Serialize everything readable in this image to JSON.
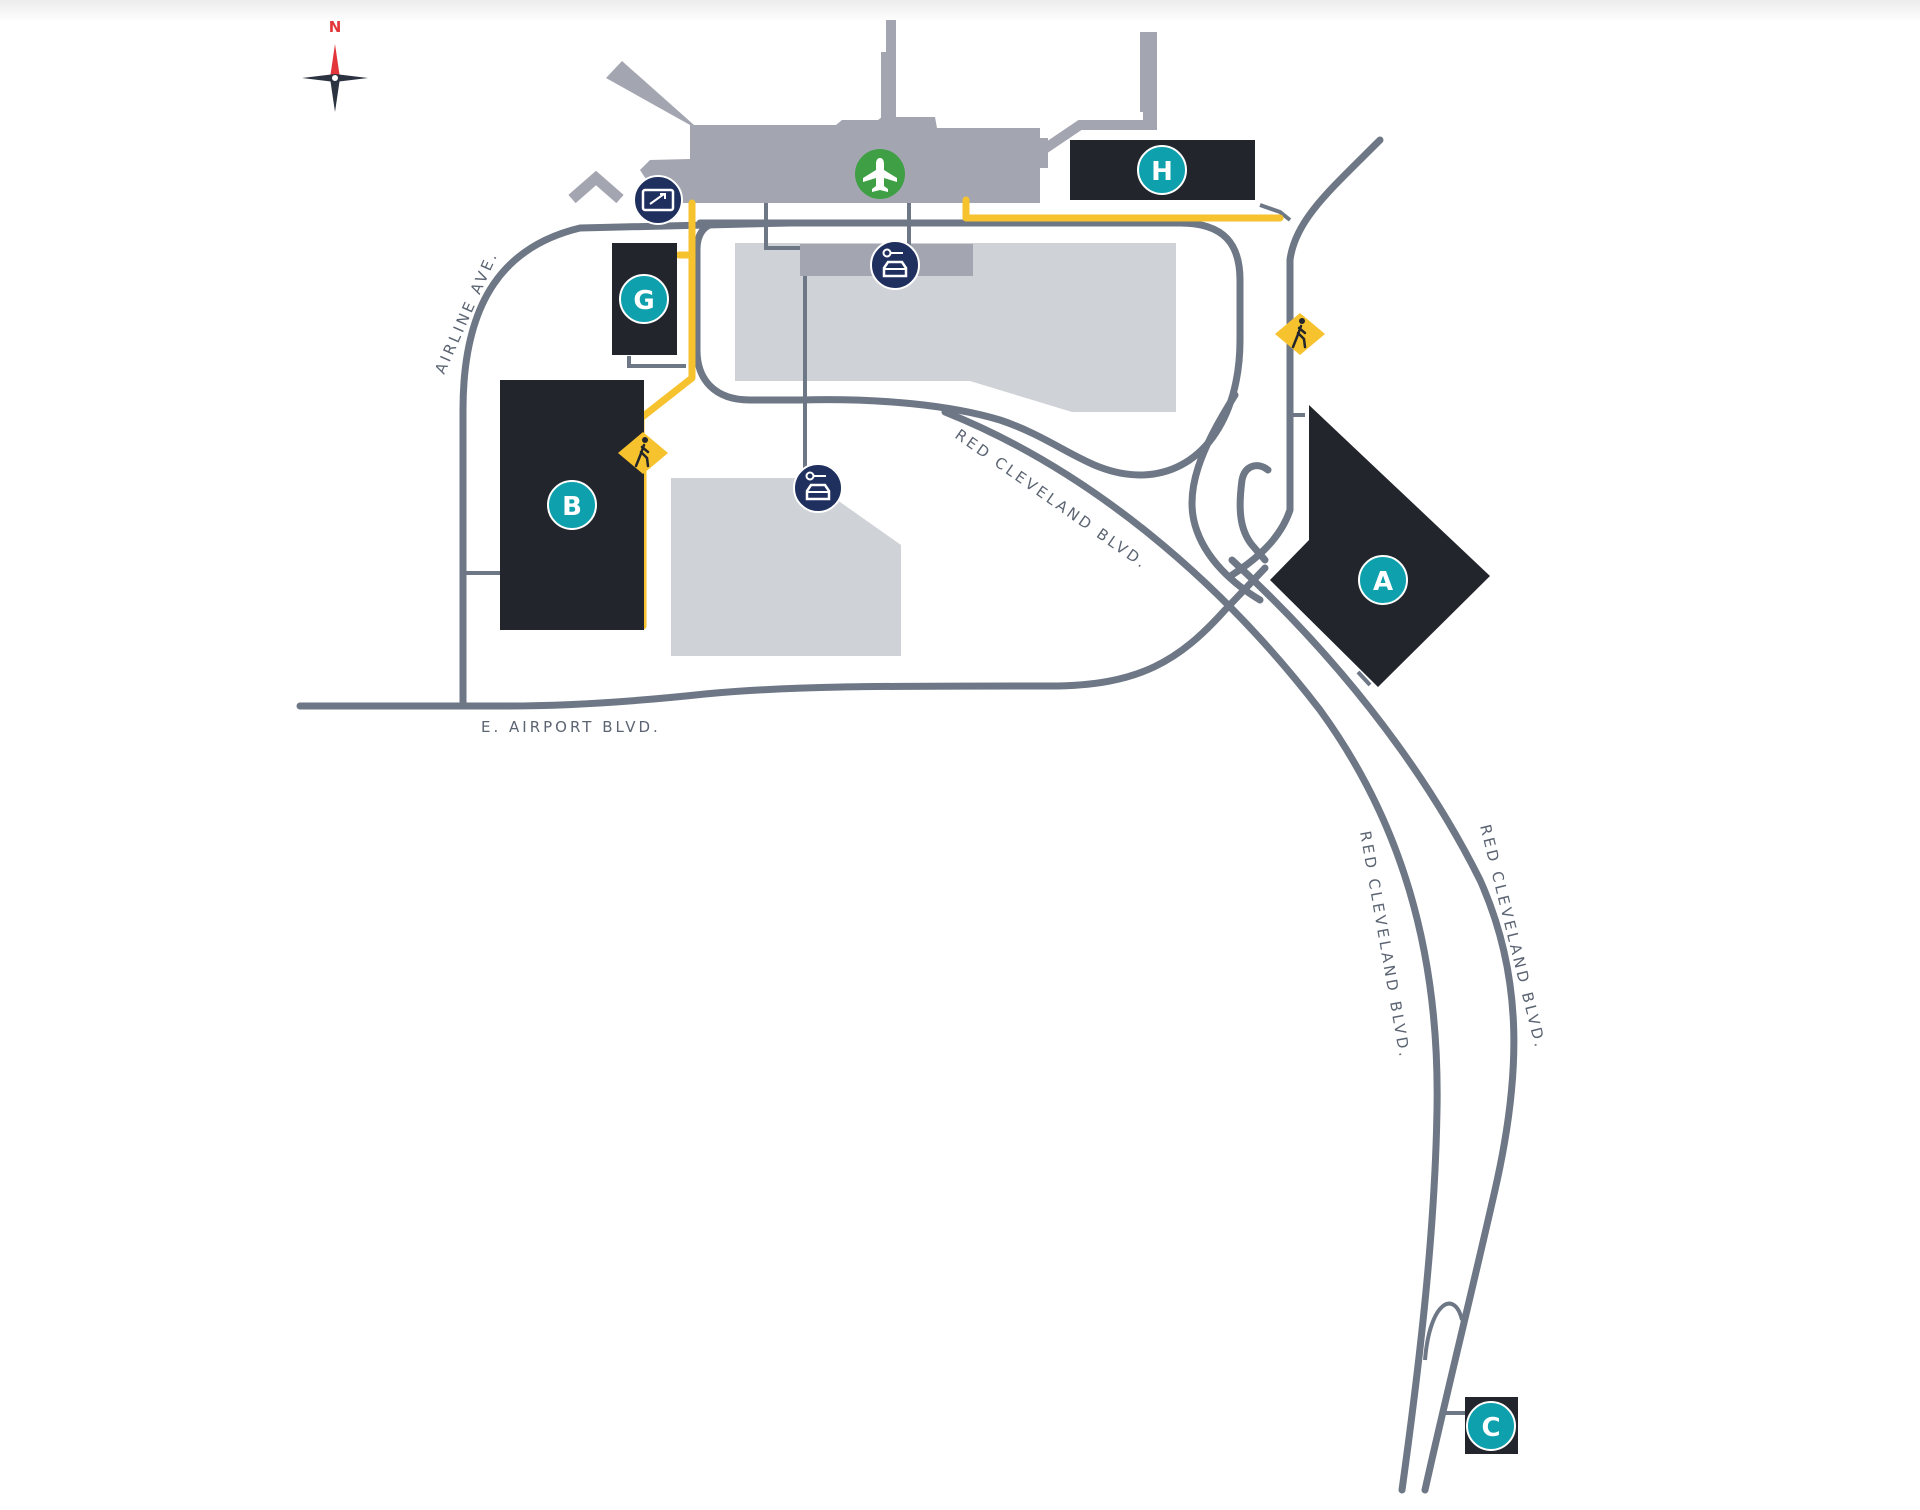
{
  "compass": {
    "north_label": "N"
  },
  "roads": {
    "airline_ave": "AIRLINE AVE.",
    "e_airport_blvd": "E. AIRPORT BLVD.",
    "red_cleveland_1": "RED CLEVELAND BLVD.",
    "red_cleveland_2": "RED CLEVELAND BLVD.",
    "red_cleveland_3": "RED CLEVELAND BLVD."
  },
  "parking": {
    "A": {
      "label": "A"
    },
    "B": {
      "label": "B"
    },
    "C": {
      "label": "C"
    },
    "G": {
      "label": "G"
    },
    "H": {
      "label": "H"
    }
  },
  "icons": {
    "terminal": "airplane-icon",
    "ticket": "ticket-icon",
    "car_rental": "car-rental-icon",
    "pedestrian": "pedestrian-crossing-icon"
  },
  "colors": {
    "road": "#6e7785",
    "walkway": "#f6c22d",
    "garage": "#22252b",
    "badge": "#0fa0ad",
    "terminal_icon": "#3f9f45",
    "service_icon": "#1f2f5e",
    "terminal_building": "#a3a6b1",
    "surface_lot": "#cfd2d7",
    "compass_north": "#e2363b"
  }
}
